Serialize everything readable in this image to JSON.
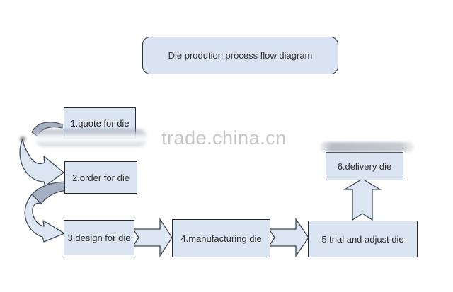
{
  "header": {
    "title": "Die prodution process flow diagram"
  },
  "watermark": {
    "text": "trade.china.cn"
  },
  "diagram": {
    "type": "flowchart",
    "steps": [
      {
        "order": 1,
        "label": "1.quote for die"
      },
      {
        "order": 2,
        "label": "2.order for die"
      },
      {
        "order": 3,
        "label": "3.design for die"
      },
      {
        "order": 4,
        "label": "4.manufacturing die"
      },
      {
        "order": 5,
        "label": "5.trial and adjust die"
      },
      {
        "order": 6,
        "label": "6.delivery die"
      }
    ],
    "connections": [
      {
        "from": "1.quote for die",
        "to": "2.order for die",
        "style": "curved-block-arrow"
      },
      {
        "from": "2.order for die",
        "to": "3.design for die",
        "style": "curved-block-arrow"
      },
      {
        "from": "3.design for die",
        "to": "4.manufacturing die",
        "style": "block-arrow-right"
      },
      {
        "from": "4.manufacturing die",
        "to": "5.trial and adjust die",
        "style": "block-arrow-right"
      },
      {
        "from": "5.trial and adjust die",
        "to": "6.delivery die",
        "style": "block-arrow-up"
      }
    ],
    "colors": {
      "background": "#ffffff",
      "box_fill": "#dbe5f1",
      "box_border": "#252b36",
      "arrow_fill": "#dce6f3",
      "arrow_border": "#3f4856",
      "curved_arrow_back": "#a6b0c3",
      "watermark": "#c6c6c6",
      "text": "#2d2d2d"
    }
  }
}
